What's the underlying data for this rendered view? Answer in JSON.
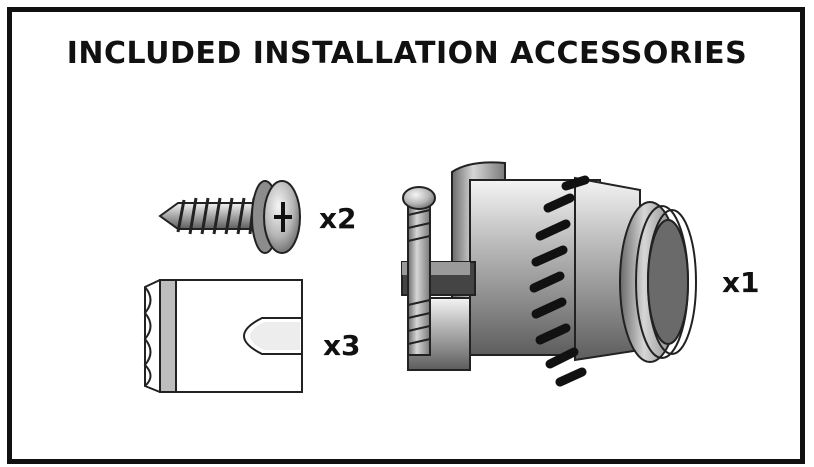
{
  "title": "INCLUDED INSTALLATION ACCESSORIES",
  "items": [
    {
      "icon": "screw-icon",
      "quantity_label": "x2"
    },
    {
      "icon": "anchor-clip-icon",
      "quantity_label": "x3"
    },
    {
      "icon": "cable-connector-icon",
      "quantity_label": "x1"
    }
  ]
}
